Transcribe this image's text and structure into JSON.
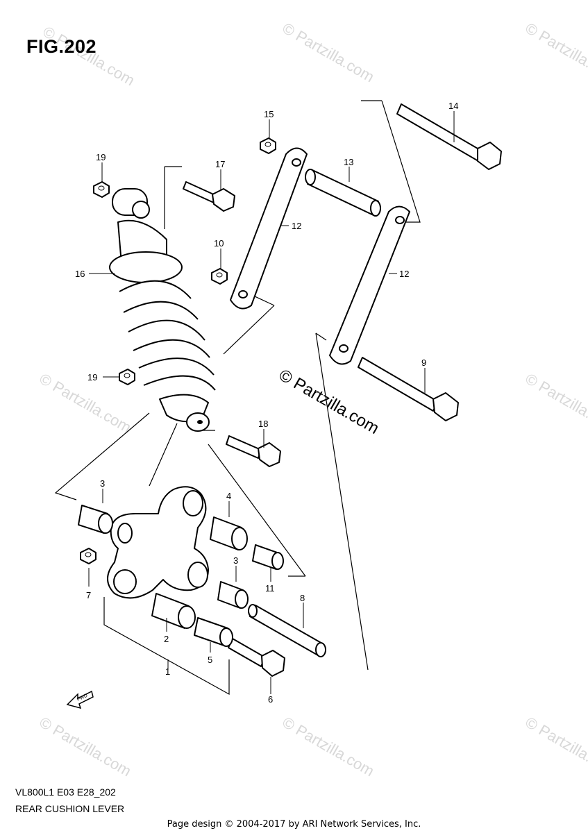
{
  "figure": {
    "title": "FIG.202"
  },
  "watermark": {
    "text": "© Partzilla.com",
    "main_text": "© Partzilla.com"
  },
  "callouts": {
    "c1": "1",
    "c2": "2",
    "c3a": "3",
    "c3b": "3",
    "c4": "4",
    "c5": "5",
    "c6": "6",
    "c7": "7",
    "c8": "8",
    "c9": "9",
    "c10": "10",
    "c11": "11",
    "c12a": "12",
    "c12b": "12",
    "c13": "13",
    "c14": "14",
    "c15": "15",
    "c16": "16",
    "c17": "17",
    "c18": "18",
    "c19a": "19",
    "c19b": "19"
  },
  "fwd_label": "FWD",
  "footer": {
    "model_code": "VL800L1 E03 E28_202",
    "part_name": "REAR CUSHION LEVER",
    "credit": "Page design © 2004-2017 by ARI Network Services, Inc."
  }
}
